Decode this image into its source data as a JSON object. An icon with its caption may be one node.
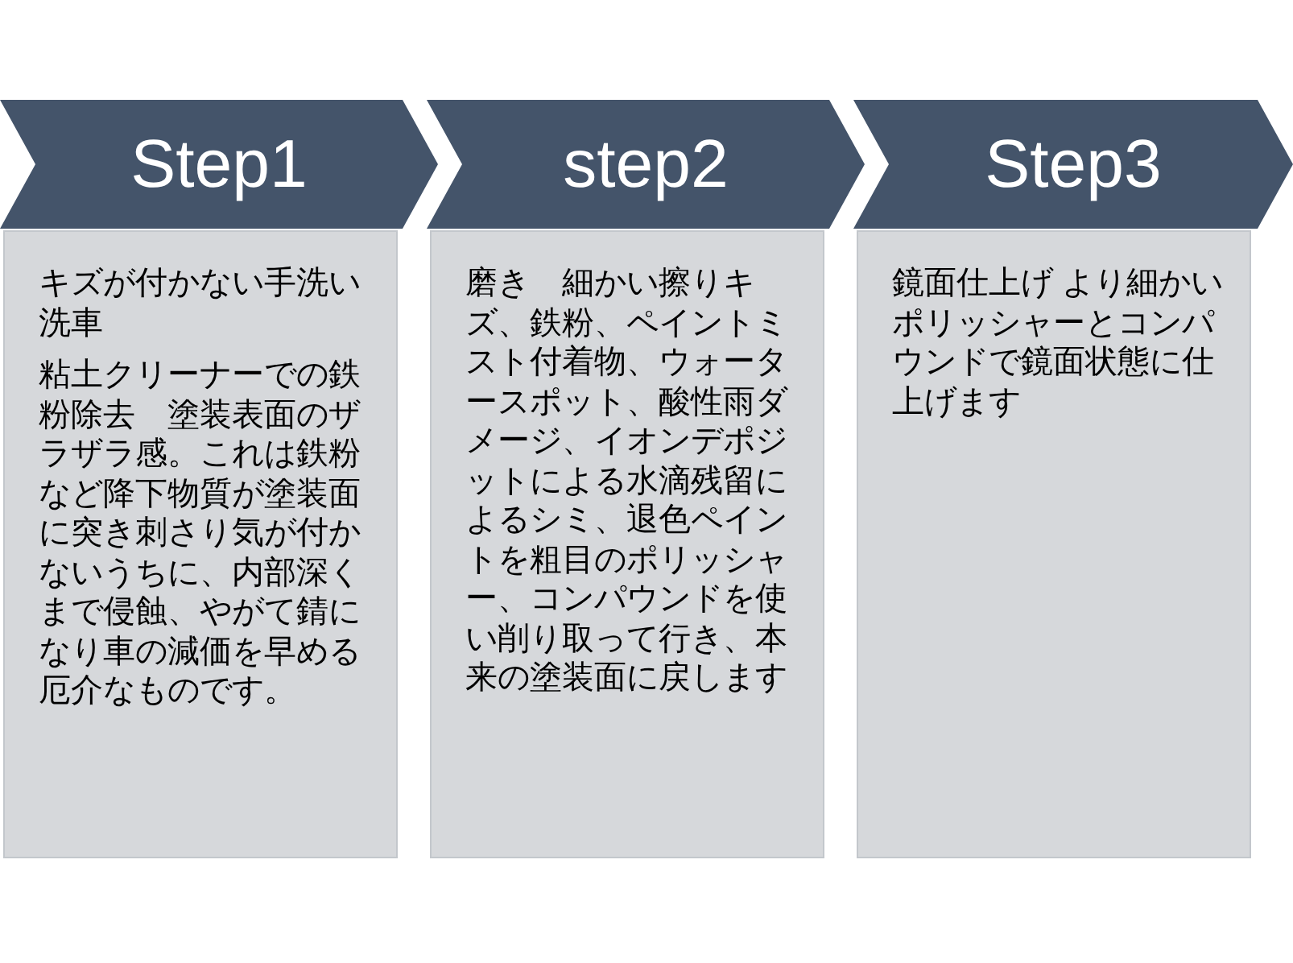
{
  "diagram": {
    "nodes": [
      {
        "text": [
          "Step1"
        ]
      },
      {
        "text": [
          "step2"
        ]
      },
      {
        "text": [
          "Step3"
        ]
      },
      {
        "text": [
          "キズが付かない手洗い洗車",
          "粘土クリーナーでの鉄粉除去　塗装表面のザラザラ感。これは鉄粉など降下物質が塗装面に突き刺さり気が付かないうちに、内部深くまで侵蝕、やがて錆になり車の減価を早める厄介なものです。"
        ]
      },
      {
        "text": [
          "磨き　細かい擦りキズ、鉄粉、ペイントミスト付着物、ウォータースポット、酸性雨ダメージ、イオンデポジットによる水滴残留によるシミ、退色ペイントを粗目のポリッシャー、コンパウンドを使い削り取って行き、本来の塗装面に戻します"
        ]
      },
      {
        "text": [
          "鏡面仕上げ より細かいポリッシャーとコンパウンドで鏡面状態に仕上げます"
        ]
      }
    ]
  }
}
